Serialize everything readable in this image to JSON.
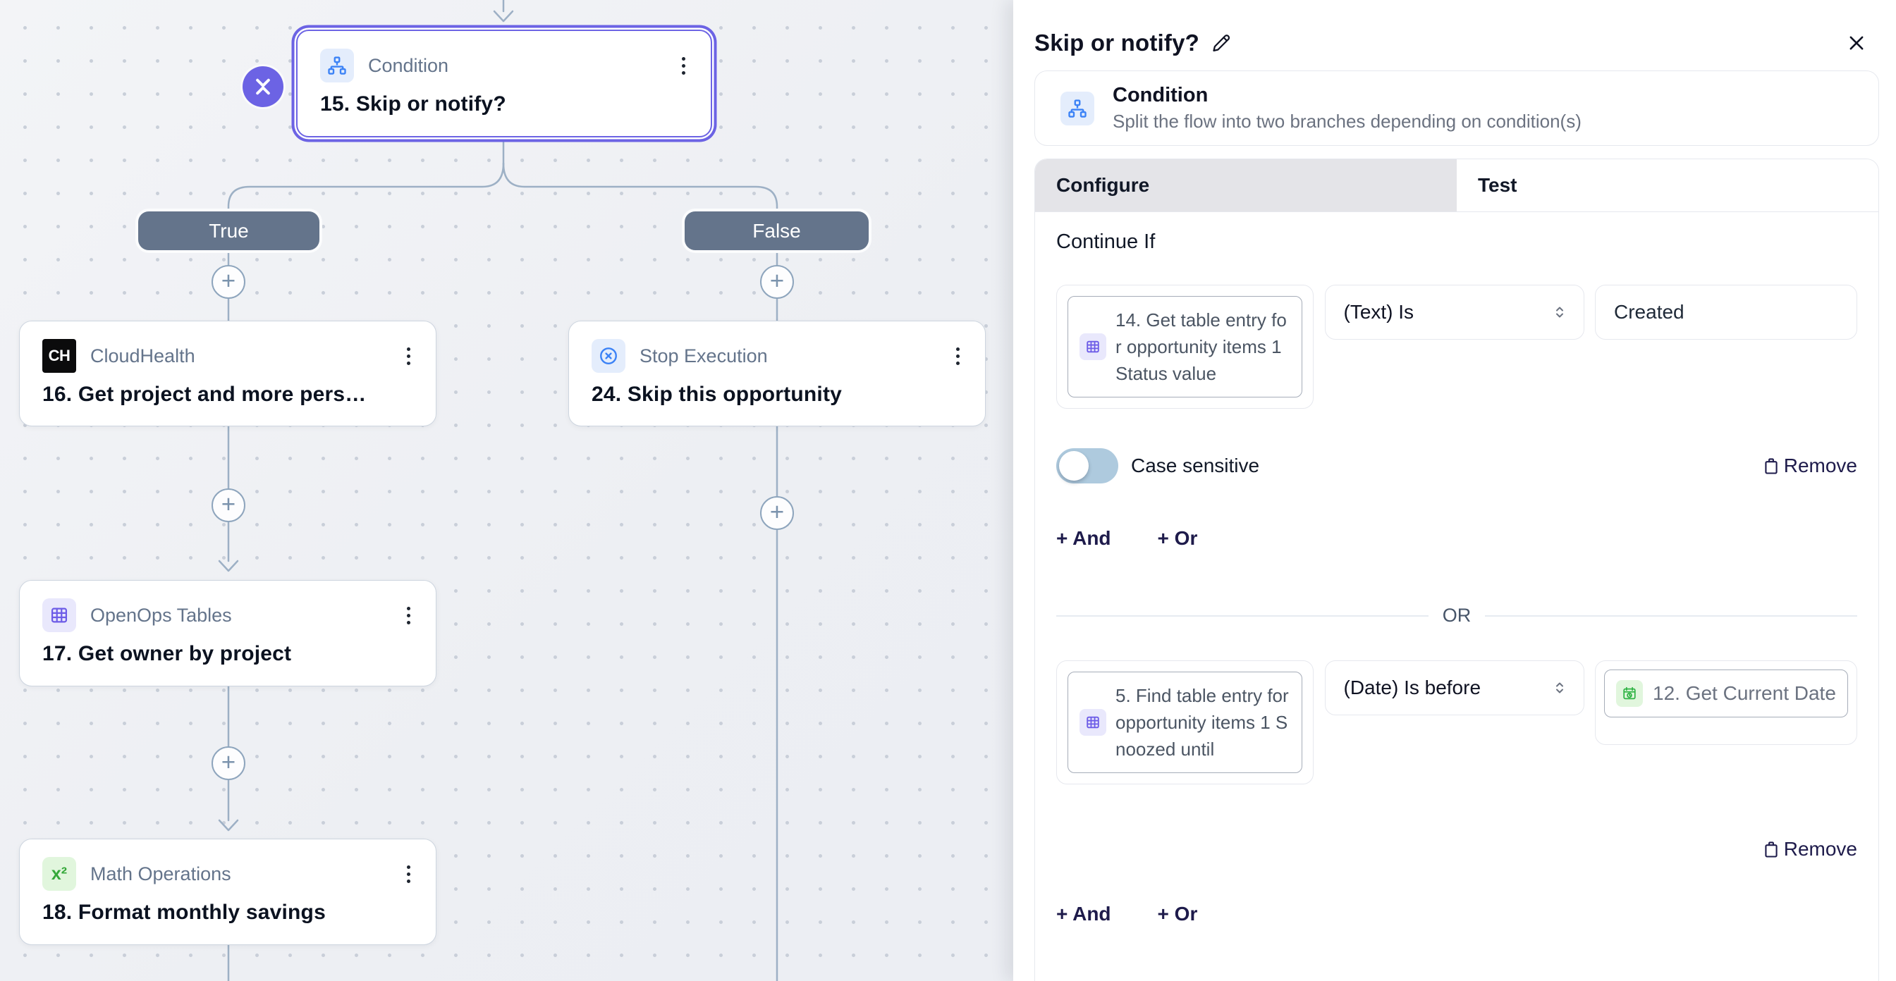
{
  "canvas": {
    "branches": {
      "true_label": "True",
      "false_label": "False"
    },
    "nodes": {
      "condition": {
        "app": "Condition",
        "title": "15. Skip or notify?"
      },
      "cloudhealth": {
        "app": "CloudHealth",
        "badge": "CH",
        "title": "16. Get project and more pers…"
      },
      "openops_tables": {
        "app": "OpenOps Tables",
        "title": "17. Get owner by project"
      },
      "math_operations": {
        "app": "Math Operations",
        "badge": "x²",
        "title": "18. Format monthly savings"
      },
      "stop_execution": {
        "app": "Stop Execution",
        "title": "24. Skip this opportunity"
      }
    }
  },
  "panel": {
    "title": "Skip or notify?",
    "app_card": {
      "name": "Condition",
      "description": "Split the flow into two branches depending on condition(s)"
    },
    "tabs": {
      "configure": "Configure",
      "test": "Test"
    },
    "section_title": "Continue If",
    "group1": {
      "first_value": "14. Get table entry for opportunity items 1 Status value",
      "operator": "(Text) Is",
      "second_value": "Created",
      "case_sensitive_label": "Case sensitive"
    },
    "group2": {
      "first_value": "5. Find table entry for opportunity items 1 Snoozed until",
      "operator": "(Date) Is before",
      "second_value": "12. Get Current Date"
    },
    "divider_label": "OR",
    "remove_label": "Remove",
    "add_and_label": "+ And",
    "add_or_label": "+ Or"
  },
  "colors": {
    "accent": "#6c63e4",
    "connector": "#9db0c5",
    "branch_pill": "#64748b",
    "toggle_off_track": "#aecade",
    "condition_icon_blue": "#3b82f6",
    "tables_icon_purple": "#6d5ce7",
    "math_icon_green": "#35a83a"
  }
}
